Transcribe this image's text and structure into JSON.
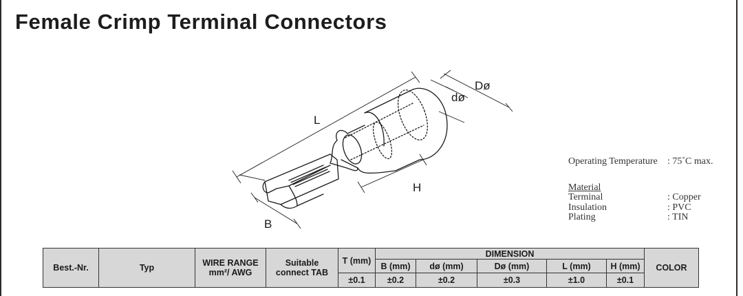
{
  "title": "Female Crimp Terminal Connectors",
  "diagram": {
    "labels": {
      "L": "L",
      "H": "H",
      "B": "B",
      "d_small": "dø",
      "D_large": "Dø"
    }
  },
  "specs": {
    "operating_temperature_label": "Operating Temperature",
    "operating_temperature_value": ": 75˚C max.",
    "material_heading": "Material",
    "materials": [
      {
        "name": "Terminal",
        "value": ": Copper"
      },
      {
        "name": "Insulation",
        "value": ": PVC"
      },
      {
        "name": "Plating",
        "value": ": TIN"
      }
    ]
  },
  "table": {
    "headers": {
      "best_nr": "Best.-Nr.",
      "typ": "Typ",
      "wire_range_line1": "WIRE RANGE",
      "wire_range_line2": "mm²/ AWG",
      "suitable_line1": "Suitable",
      "suitable_line2": "connect TAB",
      "t": "T (mm)",
      "t_tol": "±0.1",
      "dimension": "DIMENSION",
      "color": "COLOR"
    },
    "dimension_columns": [
      {
        "label": "B (mm)",
        "tolerance": "±0.2"
      },
      {
        "label": "dø (mm)",
        "tolerance": "±0.2"
      },
      {
        "label": "Dø (mm)",
        "tolerance": "±0.3"
      },
      {
        "label": "L (mm)",
        "tolerance": "±1.0"
      },
      {
        "label": "H (mm)",
        "tolerance": "±0.1"
      }
    ]
  }
}
